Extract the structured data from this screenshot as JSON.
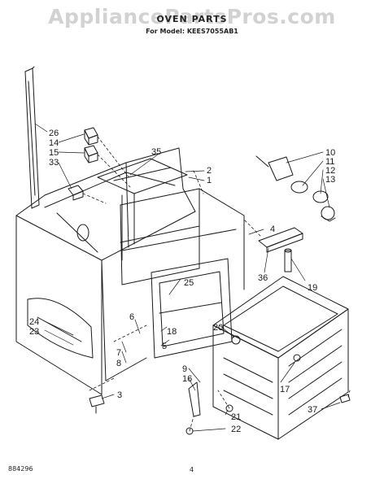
{
  "header": {
    "watermark": "AppliancePartsPros.com",
    "title": "OVEN PARTS",
    "subtitle": "For Model: KEES7055AB1"
  },
  "callouts": [
    "26",
    "14",
    "15",
    "33",
    "35",
    "2",
    "1",
    "10",
    "11",
    "12",
    "13",
    "4",
    "36",
    "19",
    "25",
    "24",
    "23",
    "6",
    "18",
    "5",
    "20",
    "9",
    "16",
    "17",
    "7",
    "8",
    "3",
    "21",
    "22",
    "37"
  ],
  "footer": {
    "code": "884296",
    "page": "4"
  }
}
